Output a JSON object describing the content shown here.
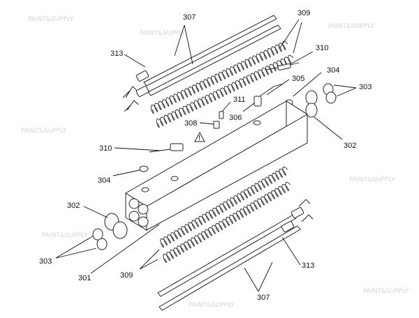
{
  "callouts": {
    "c307_top": "307",
    "c309_top": "309",
    "c313_top": "313",
    "c310_top": "310",
    "c304_top": "304",
    "c305": "305",
    "c303_right": "303",
    "c311": "311",
    "c306": "306",
    "c308": "308",
    "c302_right": "302",
    "c310_left": "310",
    "c304_left": "304",
    "c302_left": "302",
    "c303_left": "303",
    "c309_bottom": "309",
    "c301": "301",
    "c313_bottom": "313",
    "c307_bottom": "307"
  },
  "warning_symbol": "!",
  "watermark": "PAINT&SUPPLY",
  "colors": {
    "ink": "#111111",
    "paper": "#ffffff",
    "watermark": "#d4d4d4"
  }
}
